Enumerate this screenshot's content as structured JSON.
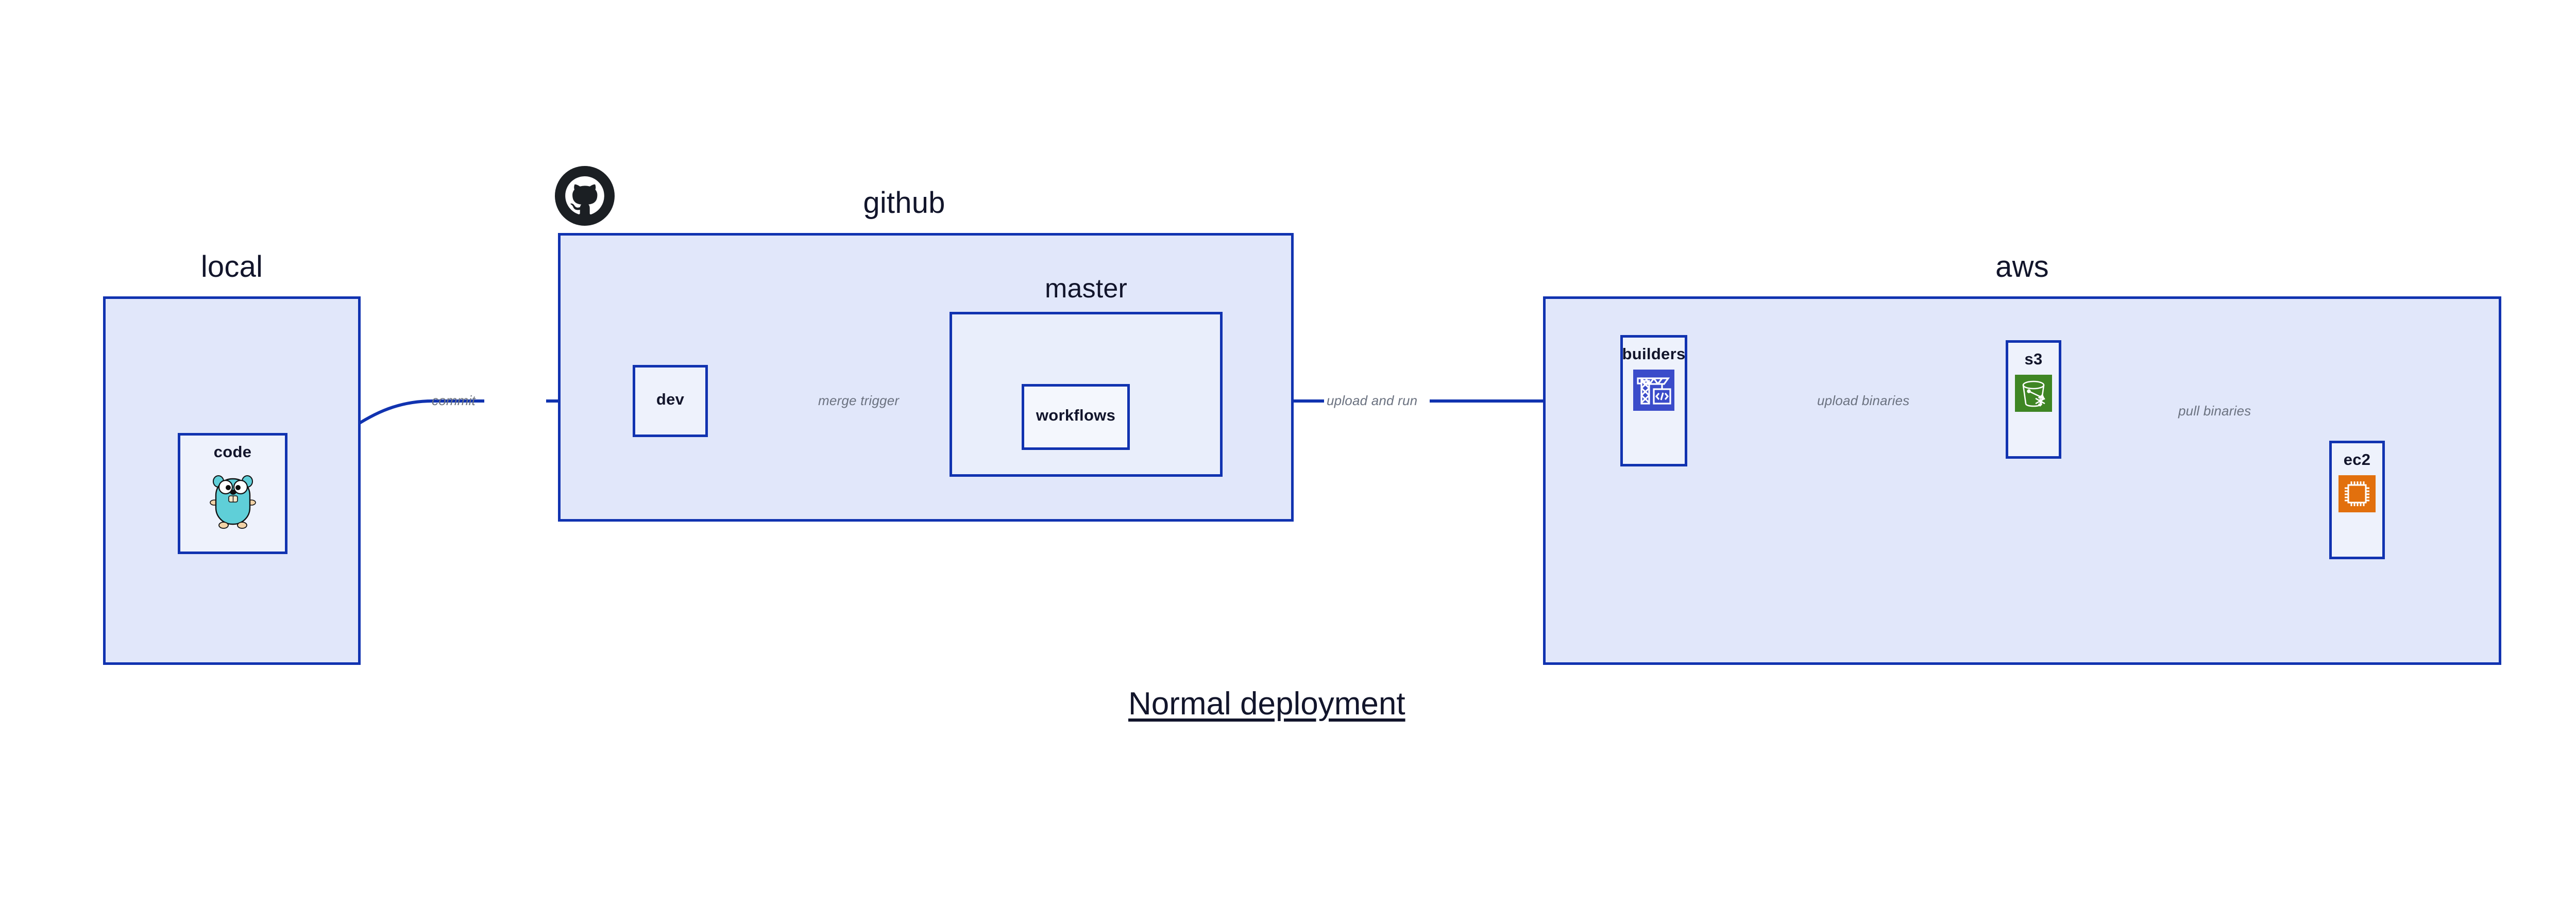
{
  "diagram": {
    "title": "Normal deployment",
    "accent_border": "#1133b0",
    "group_fill": "#e1e7fa",
    "node_fill": "#eef2fc",
    "label_color": "#6b7280",
    "text_color": "#12152b"
  },
  "groups": [
    {
      "id": "local",
      "label": "local"
    },
    {
      "id": "github",
      "label": "github"
    },
    {
      "id": "master",
      "label": "master"
    },
    {
      "id": "aws",
      "label": "aws"
    }
  ],
  "nodes": [
    {
      "id": "code",
      "label": "code",
      "icon": "go-gopher-icon"
    },
    {
      "id": "dev",
      "label": "dev",
      "icon": "none"
    },
    {
      "id": "workflows",
      "label": "workflows",
      "icon": "none"
    },
    {
      "id": "builders",
      "label": "builders",
      "icon": "aws-codebuild-crane-icon",
      "icon_color": "#3b4cca"
    },
    {
      "id": "s3",
      "label": "s3",
      "icon": "aws-s3-glacier-bucket-icon",
      "icon_color": "#3f8624"
    },
    {
      "id": "ec2",
      "label": "ec2",
      "icon": "aws-ec2-chip-icon",
      "icon_color": "#e2700d"
    }
  ],
  "edges": [
    {
      "id": "commit",
      "label": "commit",
      "from": "code",
      "to": "dev"
    },
    {
      "id": "merge-trigger",
      "label": "merge trigger",
      "from": "dev",
      "to": "workflows"
    },
    {
      "id": "upload-and-run",
      "label": "upload and run",
      "from": "workflows",
      "to": "builders"
    },
    {
      "id": "upload-binaries",
      "label": "upload binaries",
      "from": "builders",
      "to": "s3"
    },
    {
      "id": "pull-binaries",
      "label": "pull binaries",
      "from": "s3",
      "to": "ec2"
    }
  ],
  "logos": [
    {
      "id": "github-octocat",
      "name": "github-logo-icon",
      "color": "#1b1f23"
    }
  ]
}
